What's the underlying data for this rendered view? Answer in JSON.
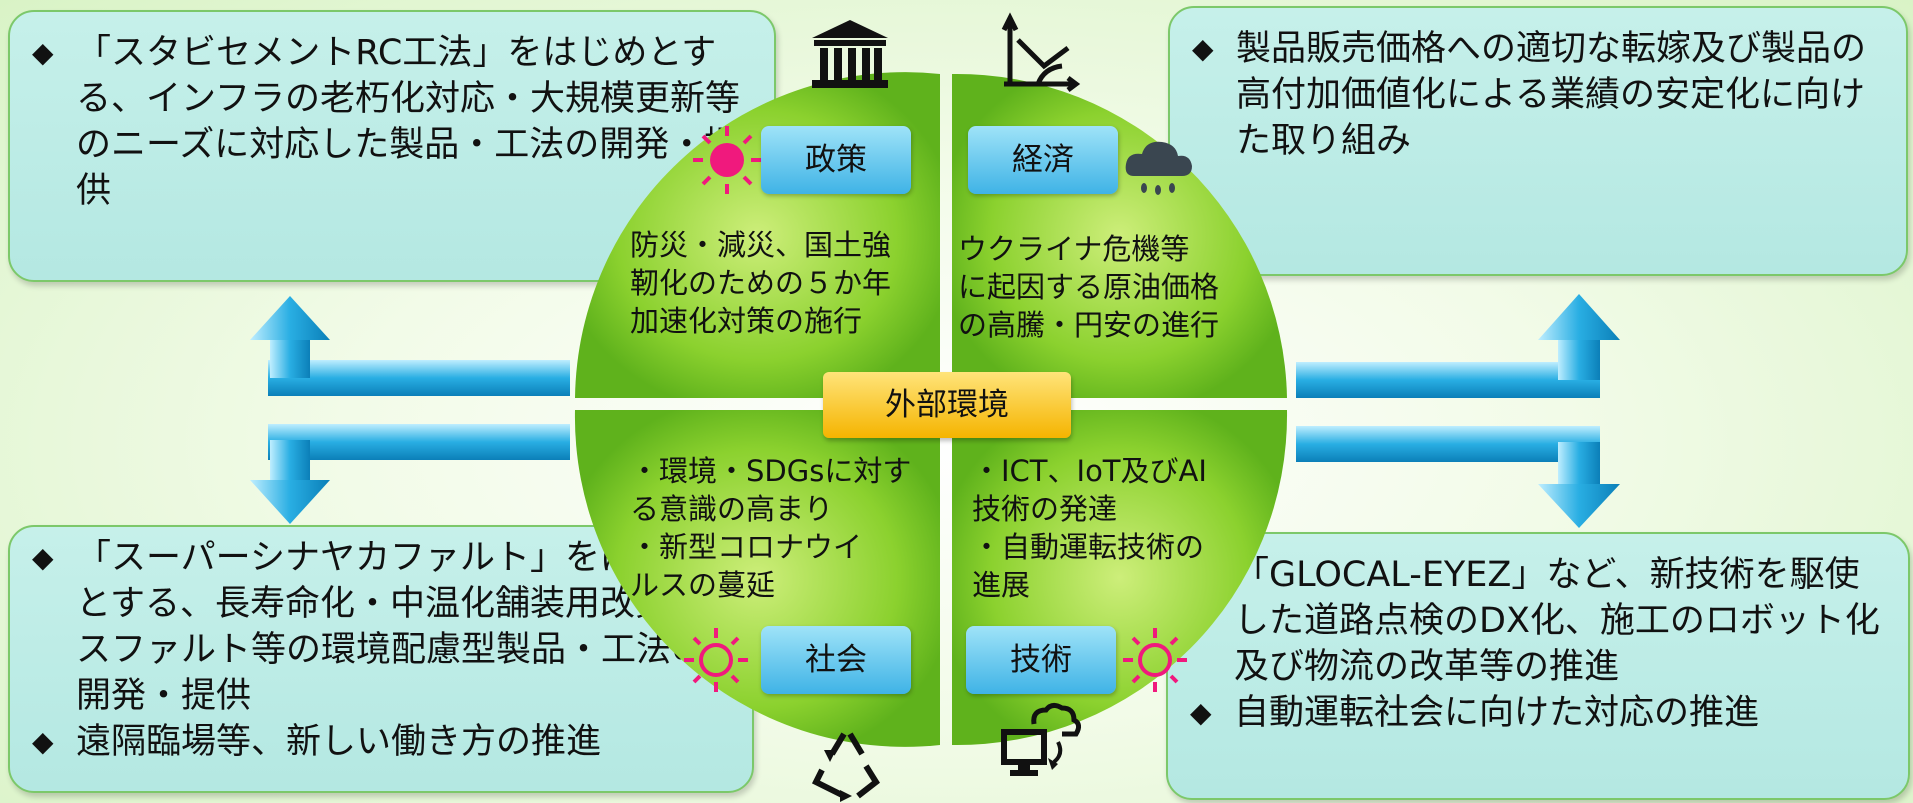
{
  "top_left": {
    "bullet": "◆",
    "text": "「スタビセメントRC工法」をはじめとする、インフラの老朽化対応・大規模更新等のニーズに対応した製品・工法の開発・提供"
  },
  "top_right": {
    "bullet": "◆",
    "text": "製品販売価格への適切な転嫁及び製品の高付加価値化による業績の安定化に向けた取り組み"
  },
  "bottom_left": {
    "items": [
      {
        "bullet": "◆",
        "text": "「スーパーシナヤカファルト」をはじめとする、長寿命化・中温化舗装用改質アスファルト等の環境配慮型製品・工法の開発・提供"
      },
      {
        "bullet": "◆",
        "text": "遠隔臨場等、新しい働き方の推進"
      }
    ]
  },
  "bottom_right": {
    "items": [
      {
        "bullet": "◆",
        "text": "「GLOCAL-EYEZ」など、新技術を駆使した道路点検のDX化、施工のロボット化及び物流の改革等の推進"
      },
      {
        "bullet": "◆",
        "text": "自動運転社会に向けた対応の推進"
      }
    ]
  },
  "circle": {
    "center": "外部環境",
    "policy": {
      "label": "政策",
      "text": [
        "防災・減災、国土強",
        "靭化のための５か年",
        "加速化対策の施行"
      ]
    },
    "economy": {
      "label": "経済",
      "text": [
        "ウクライナ危機等",
        "に起因する原油価格",
        "の高騰・円安の進行"
      ]
    },
    "society": {
      "label": "社会",
      "text": [
        "・環境・SDGsに対す",
        " る意識の高まり",
        "・新型コロナウイ",
        " ルスの蔓延"
      ]
    },
    "technology": {
      "label": "技術",
      "text": [
        "・ICT、IoT及びAI",
        " 技術の発達",
        "・自動運転技術の",
        " 進展"
      ]
    }
  },
  "icons": [
    "government-building-icon",
    "chart-decline-icon",
    "sun-icon",
    "rain-cloud-icon",
    "recycle-icon",
    "cloud-computer-icon"
  ],
  "colors": {
    "circle": "#7fcf2a",
    "arrow": "#29aee3",
    "label": "#46b6e8",
    "center": "#f7b800",
    "sun": "#f0197d"
  }
}
